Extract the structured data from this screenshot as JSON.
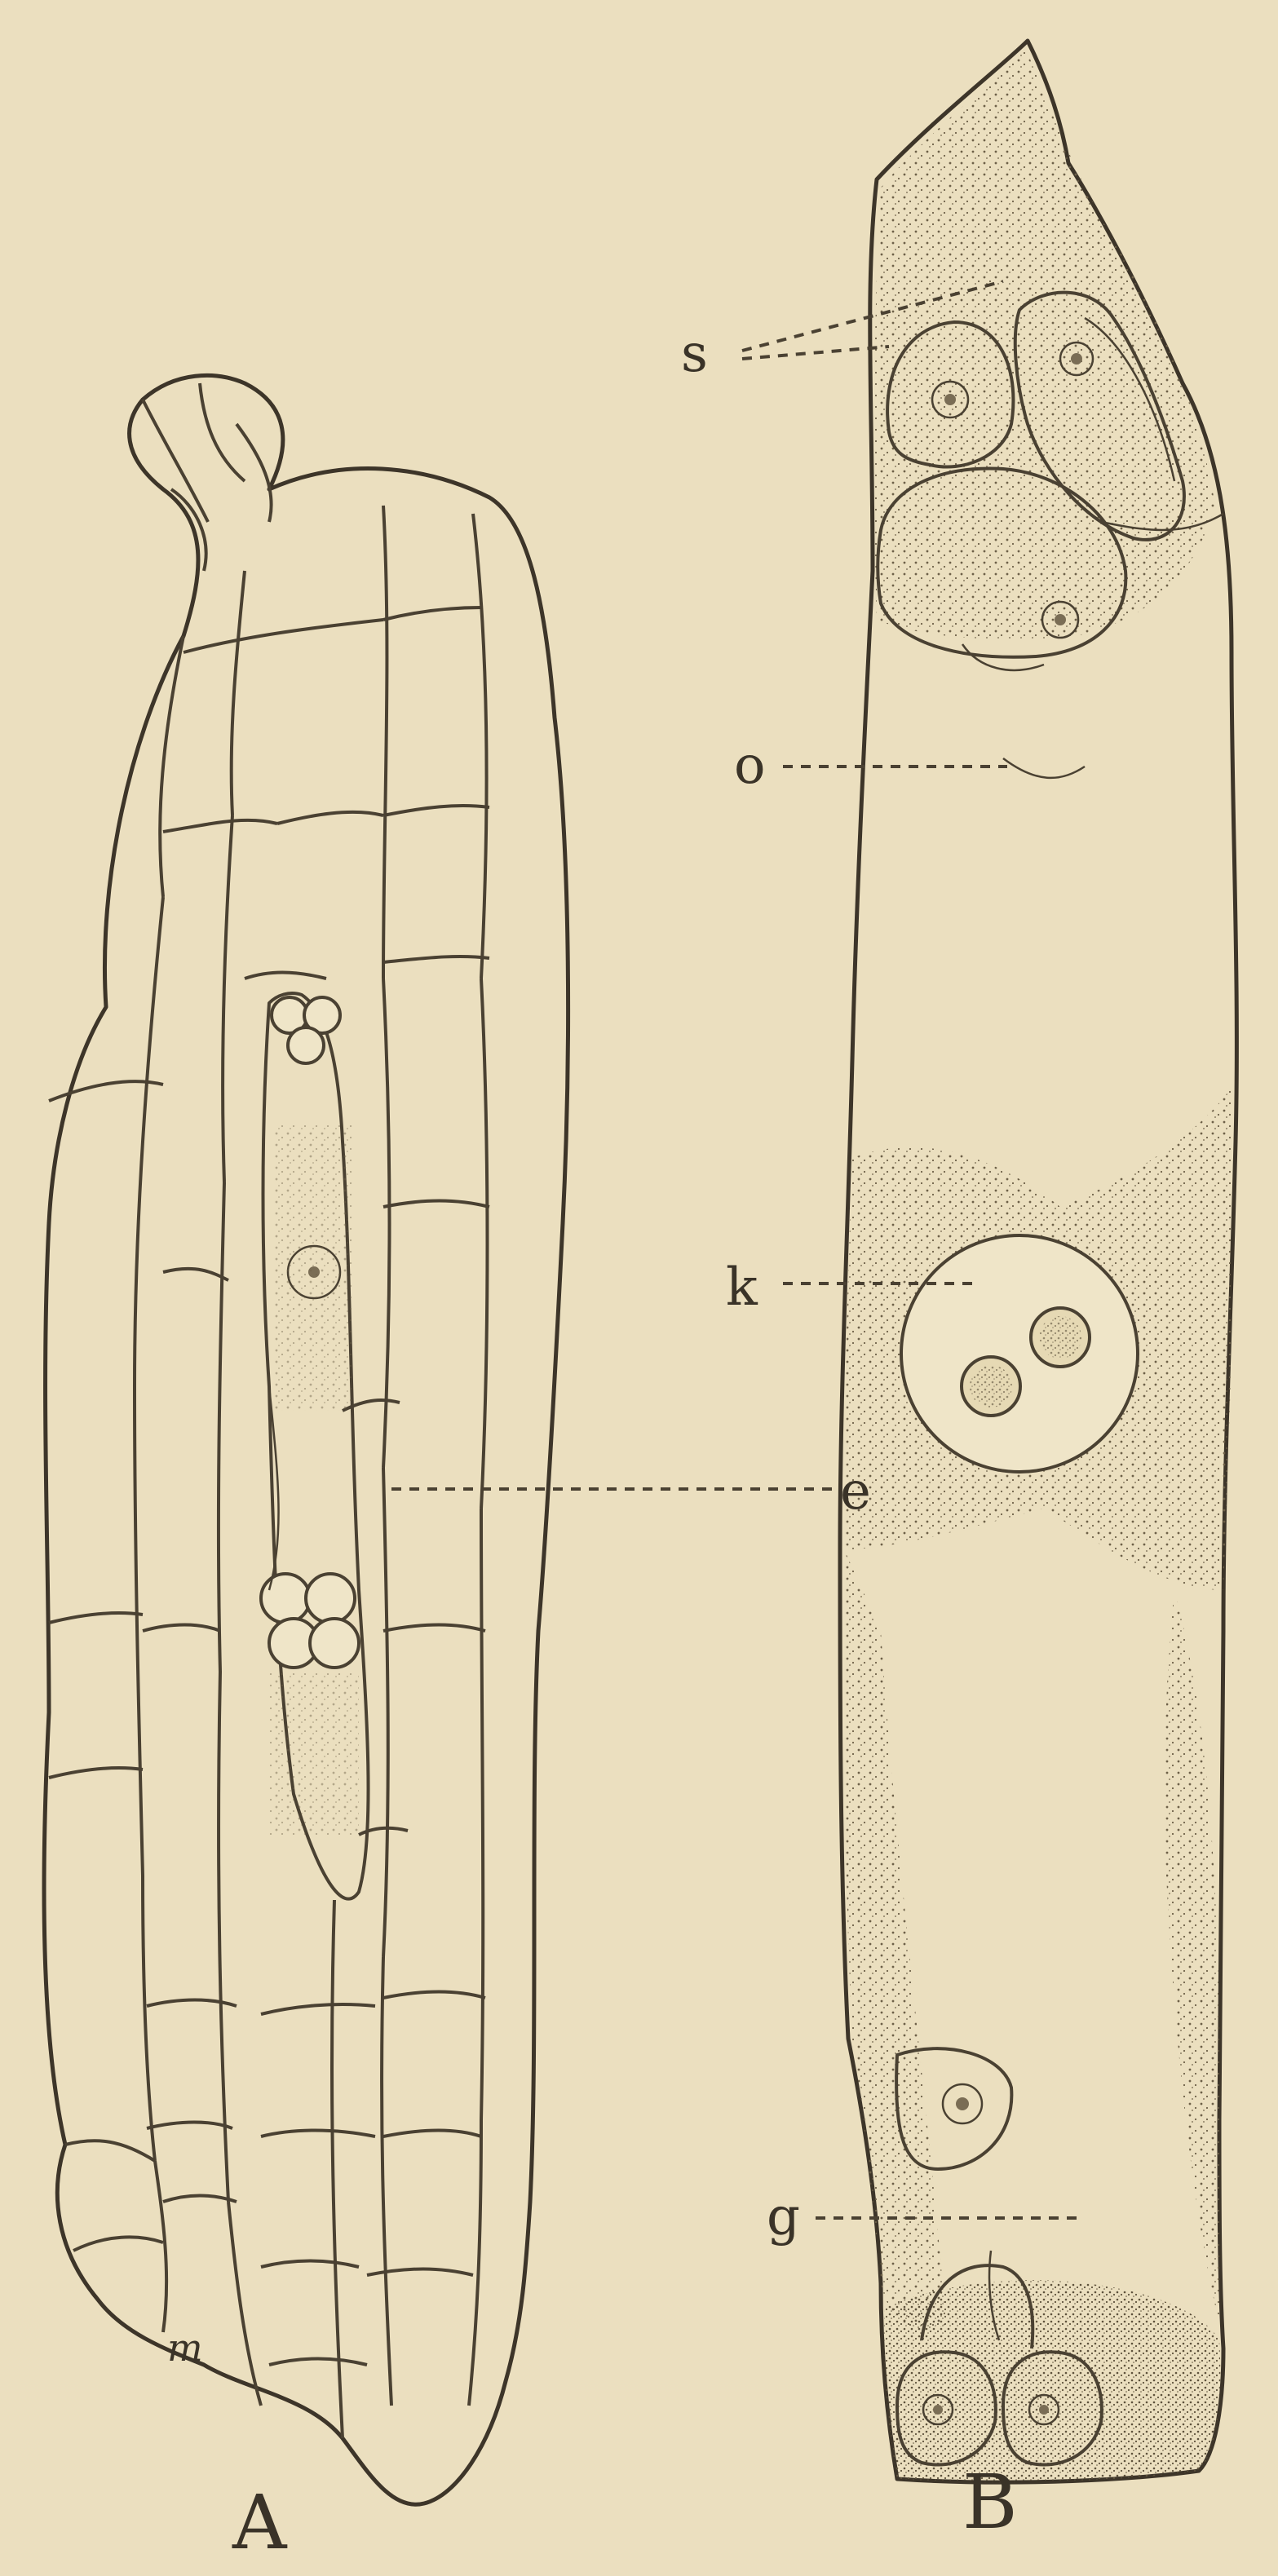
{
  "figure": {
    "panels": [
      {
        "id": "A",
        "label": "A"
      },
      {
        "id": "B",
        "label": "B"
      }
    ],
    "labels": {
      "s": "s",
      "o": "o",
      "k": "k",
      "g": "g",
      "e": "e",
      "m": "m"
    },
    "colors": {
      "paper": "#ebdfbf",
      "ink": "#4a4132"
    }
  }
}
